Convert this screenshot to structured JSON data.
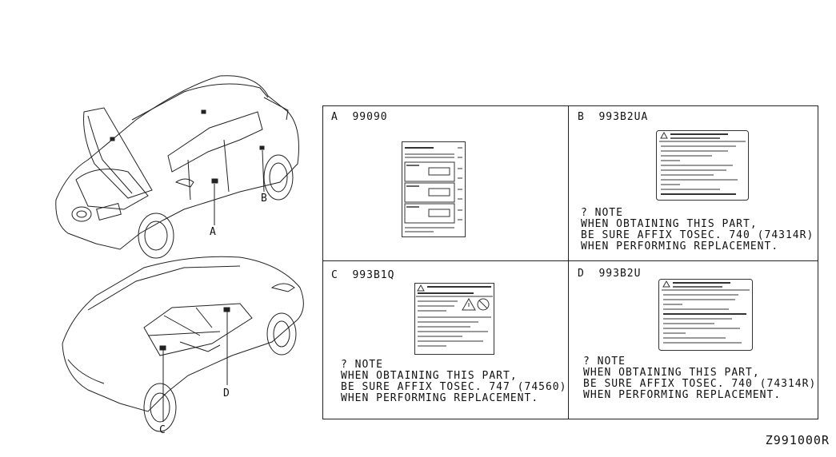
{
  "callouts": {
    "a": "A",
    "b": "B",
    "c": "C",
    "d": "D"
  },
  "panels": {
    "a": {
      "letter": "A",
      "part": "99090"
    },
    "b": {
      "letter": "B",
      "part": "993B2UA",
      "note": [
        "? NOTE",
        "WHEN OBTAINING THIS PART,",
        "BE SURE AFFIX TOSEC. 740 (74314R)",
        "WHEN PERFORMING REPLACEMENT."
      ]
    },
    "c": {
      "letter": "C",
      "part": "993B1Q",
      "note": [
        "? NOTE",
        "WHEN OBTAINING THIS PART,",
        "BE SURE AFFIX TOSEC. 747 (74560)",
        "WHEN PERFORMING REPLACEMENT."
      ]
    },
    "d": {
      "letter": "D",
      "part": "993B2U",
      "note": [
        "? NOTE",
        "WHEN OBTAINING THIS PART,",
        "BE SURE AFFIX TOSEC. 740 (74314R)",
        "WHEN PERFORMING REPLACEMENT."
      ]
    }
  },
  "drawing_code": "Z991000R"
}
